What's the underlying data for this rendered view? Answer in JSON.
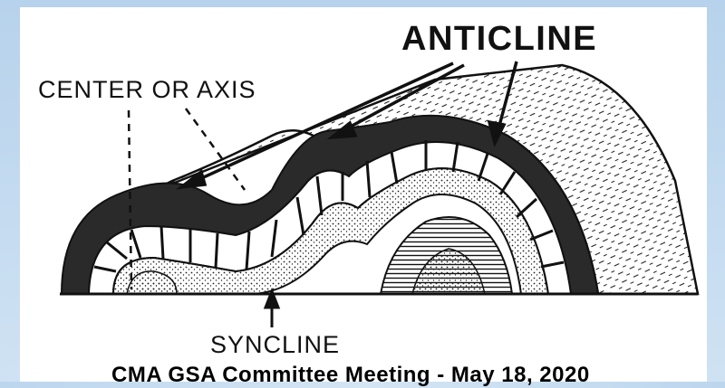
{
  "labels": {
    "anticline": "ANTICLINE",
    "center_or_axis": "CENTER OR AXIS",
    "syncline": "SYNCLINE"
  },
  "footer": {
    "text": "CMA GSA Committee Meeting - May 18, 2020"
  },
  "colors": {
    "background": "#c4dbf0",
    "panel": "#ffffff",
    "ink": "#111111"
  }
}
